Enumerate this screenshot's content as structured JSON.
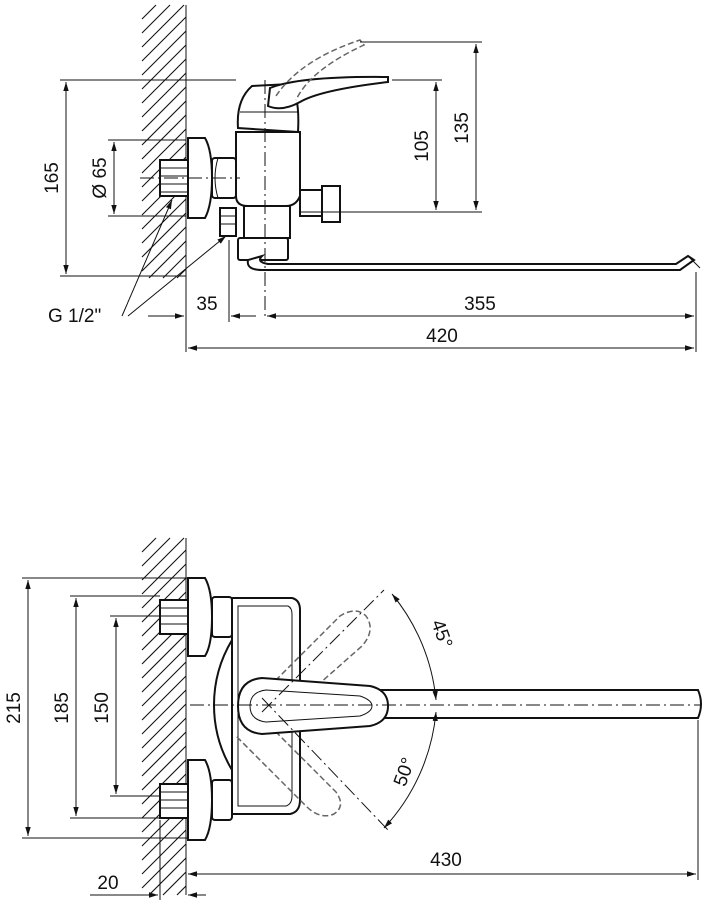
{
  "side_view": {
    "height_total": "165",
    "diameter": "Ø 65",
    "thread": "G 1/2\"",
    "height_lever": "135",
    "height_outlet": "105",
    "offset_wall": "35",
    "spout_reach": "355",
    "total_length": "420"
  },
  "top_view": {
    "height_total": "215",
    "centres_max": "185",
    "centres_min": "150",
    "angle_up": "45°",
    "angle_down": "50°",
    "spout_length": "430",
    "wall_offset": "20"
  }
}
